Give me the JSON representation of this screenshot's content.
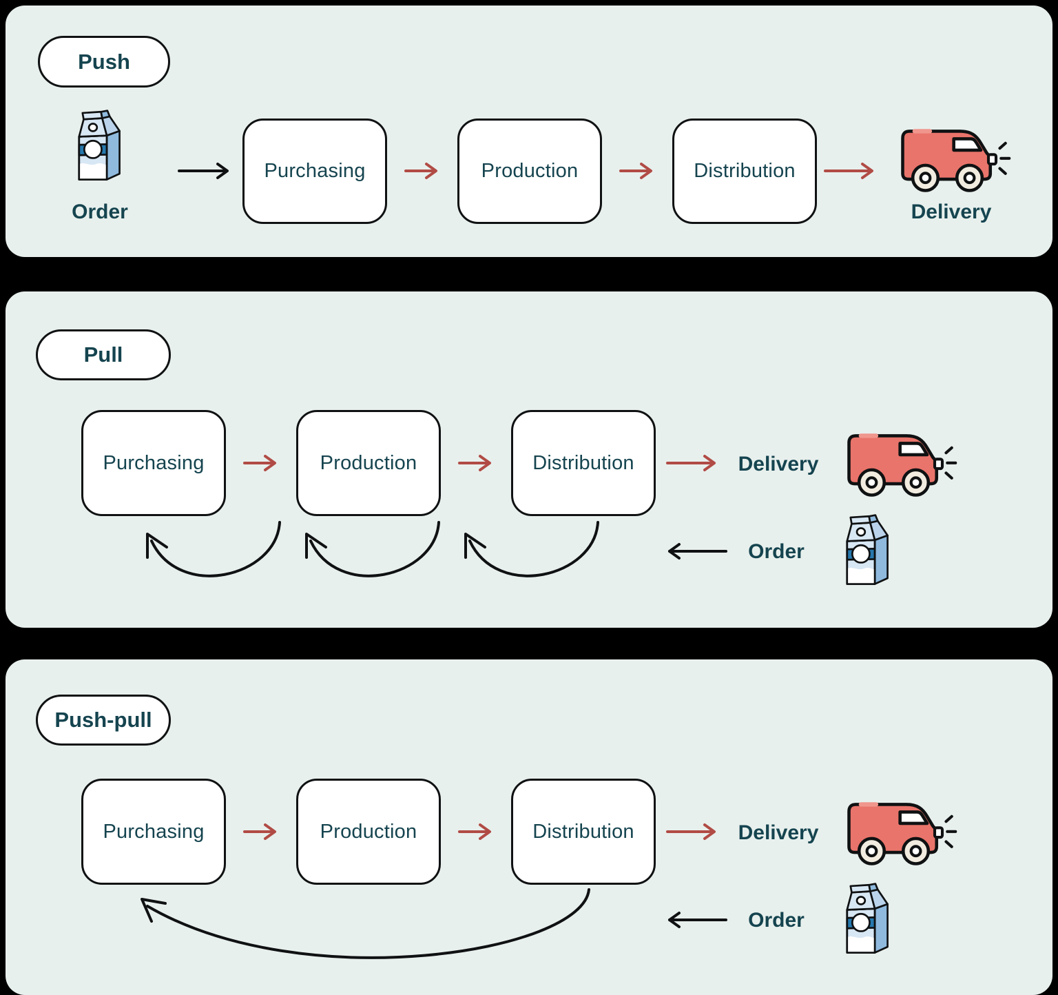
{
  "title": "Push vs Pull vs Push-pull supply chain flow diagram",
  "colors": {
    "background": "#000000",
    "panel_bg": "#e8f0ed",
    "box_bg": "#ffffff",
    "outline": "#0f1112",
    "text_teal": "#15444f",
    "arrow_red": "#b14b45",
    "truck_red": "#e9746b",
    "truck_red_light": "#f0968d",
    "wheel_cream": "#f2ece0",
    "carton_light": "#d8e7f4",
    "carton_side": "#8fbade",
    "carton_roof_side": "#bad3ea",
    "carton_stripe": "#2679ae"
  },
  "icons": {
    "order": "milk-carton-icon",
    "delivery": "delivery-truck-icon"
  },
  "panels": [
    {
      "badge": "Push",
      "order_label": "Order",
      "stages": [
        "Purchasing",
        "Production",
        "Distribution"
      ],
      "delivery_label": "Delivery",
      "feedback_arrows": 0
    },
    {
      "badge": "Pull",
      "order_label": "Order",
      "stages": [
        "Purchasing",
        "Production",
        "Distribution"
      ],
      "delivery_label": "Delivery",
      "feedback_arrows": 3
    },
    {
      "badge": "Push-pull",
      "order_label": "Order",
      "stages": [
        "Purchasing",
        "Production",
        "Distribution"
      ],
      "delivery_label": "Delivery",
      "feedback_arrows": 1
    }
  ]
}
